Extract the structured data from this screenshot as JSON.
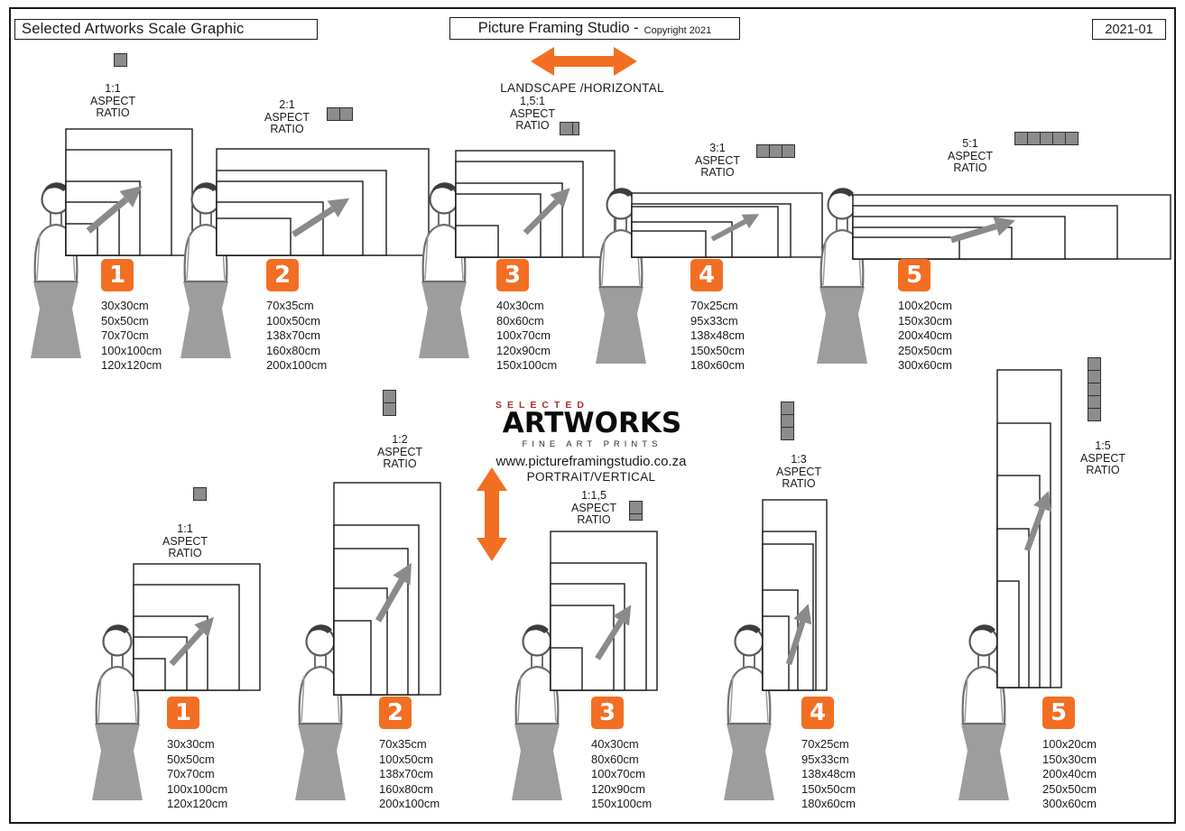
{
  "header": {
    "title": "Selected Artworks Scale Graphic",
    "studio_name": "Picture Framing Studio -",
    "copyright": "Copyright 2021",
    "doc_number": "2021-01"
  },
  "labels": {
    "aspect": "ASPECT",
    "ratio": "RATIO"
  },
  "landscape": {
    "orientation_label": "LANDSCAPE /HORIZONTAL",
    "groups": [
      {
        "number": "1",
        "ratio": "1:1",
        "sizes": [
          "30x30cm",
          "50x50cm",
          "70x70cm",
          "100x100cm",
          "120x120cm"
        ]
      },
      {
        "number": "2",
        "ratio": "2:1",
        "sizes": [
          "70x35cm",
          "100x50cm",
          "138x70cm",
          "160x80cm",
          "200x100cm"
        ]
      },
      {
        "number": "3",
        "ratio": "1,5:1",
        "sizes": [
          "40x30cm",
          "80x60cm",
          "100x70cm",
          "120x90cm",
          "150x100cm"
        ]
      },
      {
        "number": "4",
        "ratio": "3:1",
        "sizes": [
          "70x25cm",
          "95x33cm",
          "138x48cm",
          "150x50cm",
          "180x60cm"
        ]
      },
      {
        "number": "5",
        "ratio": "5:1",
        "sizes": [
          "100x20cm",
          "150x30cm",
          "200x40cm",
          "250x50cm",
          "300x60cm"
        ]
      }
    ]
  },
  "brand": {
    "selected": "SELECTED",
    "artworks": "ARTWORKS",
    "tagline": "FINE ART PRINTS",
    "website": "www.pictureframingstudio.co.za"
  },
  "portrait": {
    "orientation_label": "PORTRAIT/VERTICAL",
    "groups": [
      {
        "number": "1",
        "ratio": "1:1",
        "sizes": [
          "30x30cm",
          "50x50cm",
          "70x70cm",
          "100x100cm",
          "120x120cm"
        ]
      },
      {
        "number": "2",
        "ratio": "1:2",
        "sizes": [
          "70x35cm",
          "100x50cm",
          "138x70cm",
          "160x80cm",
          "200x100cm"
        ]
      },
      {
        "number": "3",
        "ratio": "1:1,5",
        "sizes": [
          "40x30cm",
          "80x60cm",
          "100x70cm",
          "120x90cm",
          "150x100cm"
        ]
      },
      {
        "number": "4",
        "ratio": "1:3",
        "sizes": [
          "70x25cm",
          "95x33cm",
          "138x48cm",
          "150x50cm",
          "180x60cm"
        ]
      },
      {
        "number": "5",
        "ratio": "1:5",
        "sizes": [
          "100x20cm",
          "150x30cm",
          "200x40cm",
          "250x50cm",
          "300x60cm"
        ]
      }
    ]
  },
  "colors": {
    "accent_orange": "#F26E22",
    "brand_red": "#A93226",
    "figure_gray": "#9D9D9D",
    "cell_gray": "#8C8C8C",
    "frame_stroke": "#1A1A1A"
  }
}
